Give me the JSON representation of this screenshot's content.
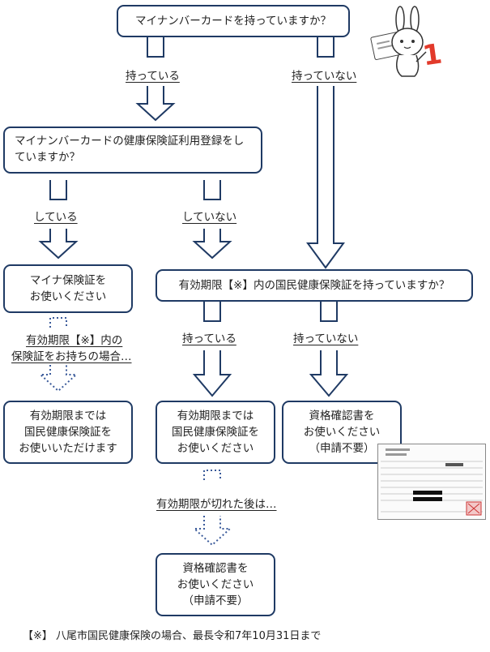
{
  "q1": "マイナンバーカードを持っていますか？",
  "q1_yes": "持っている",
  "q1_no": "持っていない",
  "q2": "マイナンバーカードの健康保険証利用登録をしていますか？",
  "q2_yes": "している",
  "q2_no": "していない",
  "result_mynahokensho": [
    "マイナ保険証を",
    "お使いください"
  ],
  "note_expiry_holder": [
    "有効期限【※】内の",
    "保険証をお持ちの場合…"
  ],
  "result_use_until": [
    "有効期限までは",
    "国民健康保険証を",
    "お使いいただけます"
  ],
  "q3": "有効期限【※】内の国民健康保険証を持っていますか？",
  "q3_yes": "持っている",
  "q3_no": "持っていない",
  "result_use_nhi": [
    "有効期限までは",
    "国民健康保険証を",
    "お使いください"
  ],
  "result_certificate_right": [
    "資格確認書を",
    "お使いください",
    "（申請不要）"
  ],
  "note_after_expiry": "有効期限が切れた後は…",
  "result_certificate_bottom": [
    "資格確認書を",
    "お使いください",
    "（申請不要）"
  ],
  "footnote": "【※】 八尾市国民健康保険の場合、最長令和7年10月31日まで",
  "mascot_number": "1",
  "colors": {
    "border": "#1f3a64",
    "dotted": "#3a5a9a",
    "accent": "#e23a2b"
  }
}
